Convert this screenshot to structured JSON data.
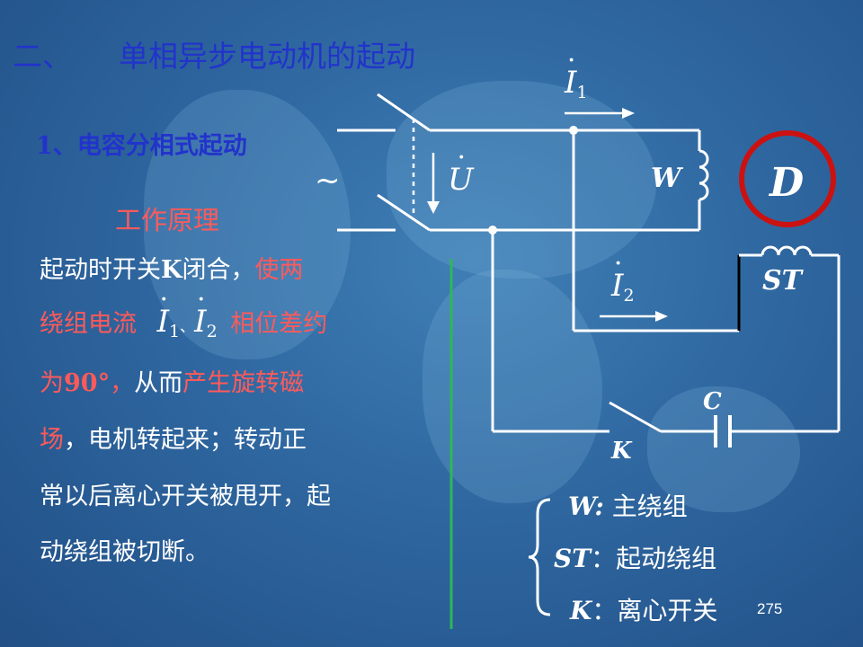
{
  "title": {
    "number": "二、",
    "text": "单相异步电动机的起动"
  },
  "subtitle": "1、电容分相式起动",
  "heading": "工作原理",
  "body": {
    "line1_a": "起动时开关",
    "line1_b": "K",
    "line1_c": "闭合，",
    "line1_d": "使两",
    "line2_a": "绕组电流",
    "line2_sep": "、",
    "line2_b": "相位差约",
    "line3_a": "为",
    "line3_b": "90°",
    "line3_c": "，",
    "line3_d": "从而",
    "line3_e": "产生旋转磁",
    "line4_a": "场",
    "line4_b": "，电机转起来；转动正",
    "line5": "常以后离心开关被甩开，起",
    "line6": "动绕组被切断。"
  },
  "math": {
    "current_symbol": "I",
    "sub1": "1",
    "sub2": "2",
    "voltage_symbol": "U"
  },
  "diagram": {
    "source_symbol": "~",
    "label_W": "W",
    "label_D": "D",
    "label_ST": "ST",
    "label_C": "C",
    "label_K": "K"
  },
  "legend": [
    {
      "key": "W",
      "sep": ":",
      "text": "主绕组"
    },
    {
      "key": "ST",
      "sep": "：",
      "text": "起动绕组"
    },
    {
      "key": "K",
      "sep": "：",
      "text": "离心开关"
    }
  ],
  "page_number": "275",
  "colors": {
    "title_blue": "#2233cc",
    "emphasis_red": "#ff5a5a",
    "motor_circle": "#cc1111",
    "divider_green": "#2fb65a",
    "wire": "#ffffff"
  }
}
